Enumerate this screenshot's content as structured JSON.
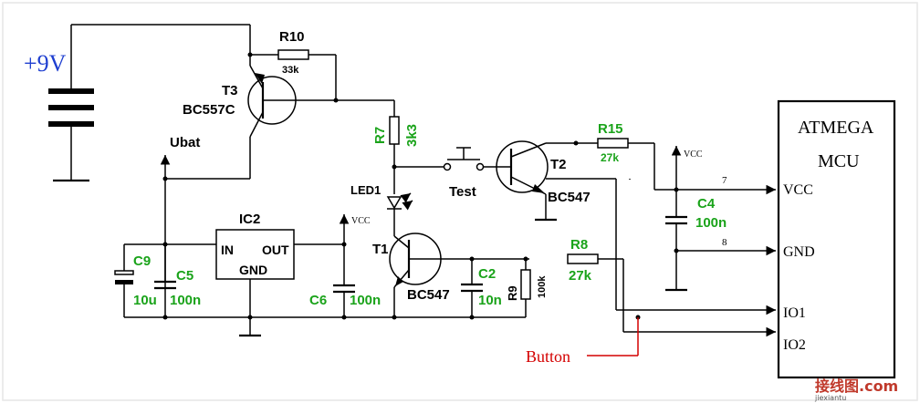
{
  "colors": {
    "wire": "#000000",
    "value": "#1aa31a",
    "supply_label": "#1f3fd0",
    "annotation": "#d40000",
    "frame": "#e6e6e6"
  },
  "supply": {
    "label": "+9V"
  },
  "transistors": {
    "t3": {
      "ref": "T3",
      "part": "BC557C"
    },
    "t1": {
      "ref": "T1",
      "part": "BC547"
    },
    "t2": {
      "ref": "T2",
      "part": "BC547"
    }
  },
  "resistors": {
    "r10": {
      "ref": "R10",
      "value": "33k"
    },
    "r7": {
      "ref": "R7",
      "value": "3k3"
    },
    "r15": {
      "ref": "R15",
      "value": "27k"
    },
    "r8": {
      "ref": "R8",
      "value": "27k"
    },
    "r9": {
      "ref": "R9",
      "value": "100k"
    }
  },
  "capacitors": {
    "c9": {
      "ref": "C9",
      "value": "10u"
    },
    "c5": {
      "ref": "C5",
      "value": "100n"
    },
    "c6": {
      "ref": "C6",
      "value": "100n"
    },
    "c2": {
      "ref": "C2",
      "value": "10n"
    },
    "c4": {
      "ref": "C4",
      "value": "100n"
    }
  },
  "regulator": {
    "ref": "IC2",
    "in": "IN",
    "out": "OUT",
    "gnd": "GND"
  },
  "led": {
    "ref": "LED1"
  },
  "switch": {
    "label": "Test"
  },
  "nets": {
    "ubat": "Ubat",
    "vcc": "VCC"
  },
  "mcu": {
    "title": "ATMEGA",
    "subtitle": "MCU",
    "pins": [
      {
        "name": "VCC",
        "number": "7"
      },
      {
        "name": "GND",
        "number": "8"
      },
      {
        "name": "IO1",
        "number": ""
      },
      {
        "name": "IO2",
        "number": ""
      }
    ]
  },
  "annotation": {
    "label": "Button"
  },
  "watermark": {
    "text": "接线图.com",
    "sub": "jiexiantu"
  }
}
